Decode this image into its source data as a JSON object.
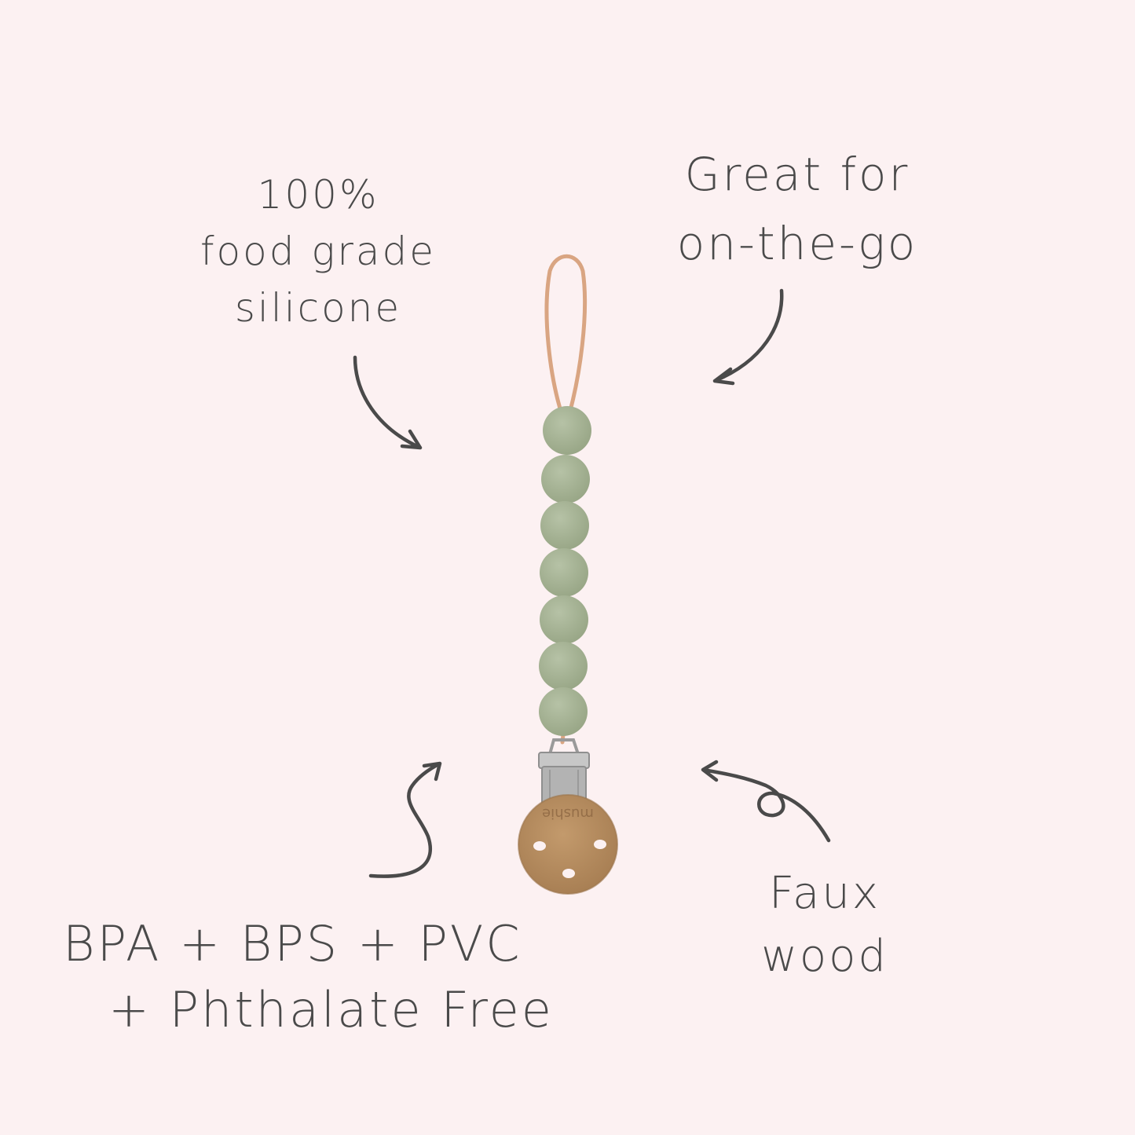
{
  "colors": {
    "background": "#fcf1f2",
    "ink": "#4a4a4a",
    "bead": "#a8b597",
    "bead_shade": "#97a585",
    "cord": "#d9a582",
    "clip_wood": "#b48a5e",
    "clip_metal": "#b8b8b8"
  },
  "callouts": {
    "silicone": {
      "line1": "100%",
      "line2": "food grade",
      "line3": "silicone"
    },
    "onthego": {
      "line1": "Great for",
      "line2": "on-the-go"
    },
    "free": {
      "line1": "BPA + BPS + PVC",
      "line2": "+ Phthalate Free"
    },
    "wood": {
      "line1": "Faux",
      "line2": "wood"
    }
  },
  "product": {
    "bead_count": 7,
    "clip_engraving": "mushie"
  },
  "icons": [
    "curved-arrow-icon"
  ]
}
